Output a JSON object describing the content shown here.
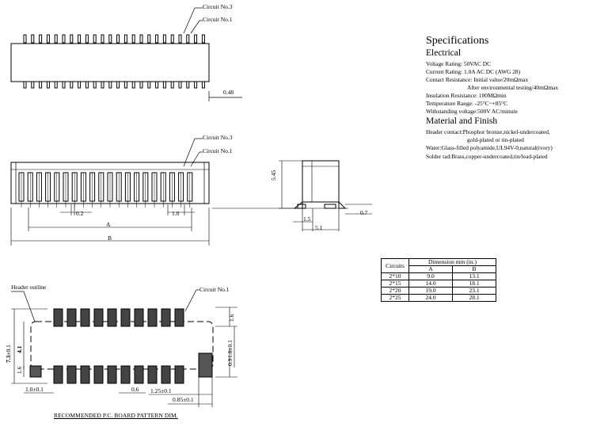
{
  "labels": {
    "circuit3_top": "Circuit No.3",
    "circuit1_top": "Circuit No.1",
    "circuit3_mid": "Circuit No.3",
    "circuit1_mid": "Circuit No.1",
    "circuit1_pcb": "Circuit No.1",
    "header_outline": "Header outline",
    "dim_048": "0.48",
    "dim_02": "0.2",
    "dim_10": "1.0",
    "dim_A": "A",
    "dim_B": "B",
    "dim_545": "5.45",
    "dim_15": "1.5",
    "dim_51": "5.1",
    "dim_07": "0.7",
    "dim_73": "7.3",
    "dim_73_tol": "±0.1",
    "dim_41": "4.1",
    "dim_16a": "1.6",
    "dim_16b": "1.6",
    "dim_18": "1.8±0.1",
    "dim_09": "0.9",
    "dim_10b": "1.0±0.1",
    "dim_06": "0.6",
    "dim_125": "1.25±0.1",
    "dim_085": "0.85±0.1",
    "caption": "RECOMMENDED P.C. BOARD PATTERN DIM."
  },
  "specs": {
    "title": "Specifications",
    "electrical_heading": "Electrical",
    "voltage": "Voltage Rating: 50VAC DC",
    "current": "Current Rating: 1.0A AC DC (AWG 28)",
    "contact_res": "Contact Resistance: Initial value/20mΩmax",
    "contact_res2": "After environmental testing/40mΩmax",
    "insulation": "Insulation Resistance: 100MΩmin",
    "temperature": "Temperature Range: -25°C~+85°C",
    "withstanding": "Withstanding voltage:500V AC/minute",
    "material_heading": "Material and Finish",
    "header_contact": "Header contact:Phosphor bronze,nickel-undercoated,",
    "header_contact2": "gold-plated or tin-plated",
    "water": "Water:Glass-filled polyamide,UL94V-0,natural(ivory)",
    "solder": "Solder tad:Brass,copper-undercoated,tin/lead-plated"
  },
  "dim_table": {
    "col_circuits": "Circuits",
    "col_dimension": "Dimension mm (in.)",
    "col_a": "A",
    "col_b": "B",
    "rows": [
      {
        "circuits": "2*10",
        "a": "9.0",
        "b": "13.1"
      },
      {
        "circuits": "2*15",
        "a": "14.0",
        "b": "18.1"
      },
      {
        "circuits": "2*20",
        "a": "19.0",
        "b": "23.1"
      },
      {
        "circuits": "2*25",
        "a": "24.0",
        "b": "28.1"
      }
    ]
  }
}
